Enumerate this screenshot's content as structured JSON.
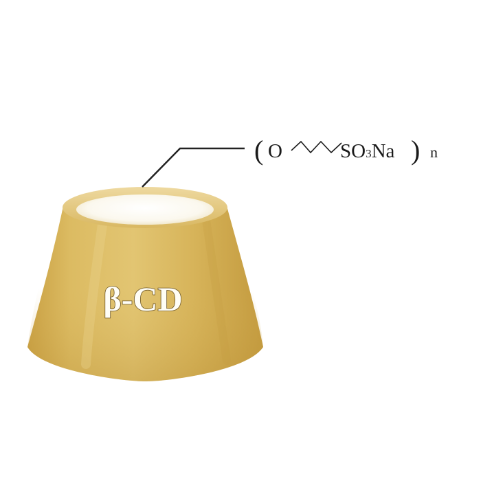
{
  "molecule": {
    "label": "β-CD",
    "body_color": "#d9b65a",
    "rim_color": "#e6c978",
    "cavity_color": "#fbfaf3"
  },
  "substituent": {
    "open_paren": "(",
    "oxygen": "O",
    "group": "SO",
    "group_subscript": "3",
    "counterion": "Na",
    "close_paren": ")",
    "repeat": "n"
  }
}
